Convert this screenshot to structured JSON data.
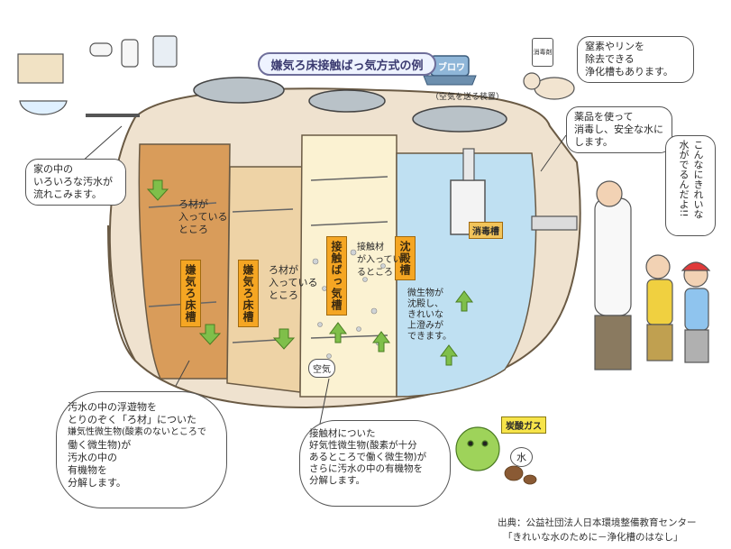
{
  "title": "嫌気ろ床接触ばっ気方式の例",
  "blower": {
    "label": "ブロワ",
    "caption": "（空気を送る装置）"
  },
  "tanks": {
    "tank1": "嫌気ろ床槽",
    "tank2": "嫌気ろ床槽",
    "tank3": "接触ばっ気槽",
    "tank4": "沈殿槽",
    "tank5": "消毒槽"
  },
  "inner_notes": {
    "filter1": [
      "ろ材が",
      "入っている",
      "ところ"
    ],
    "filter2": [
      "ろ材が",
      "入っている",
      "ところ"
    ],
    "contact": [
      "接触材",
      "が入ってい",
      "るところ"
    ],
    "air": "空気",
    "settling": [
      "微生物が",
      "沈殿し、",
      "きれいな",
      "上澄みが",
      "できます。"
    ]
  },
  "callouts": {
    "inflow": [
      "家の中の",
      "いろいろな汚水が",
      "流れこみます。"
    ],
    "nitrogen": [
      "窒素やリンを",
      "除去できる",
      "浄化槽もあります。"
    ],
    "disinfect": [
      "薬品を使って",
      "消毒し、安全な水に",
      "します。"
    ],
    "clean_water": [
      "こんなにきれいな",
      "水がでるんだよ!!"
    ],
    "anaerobic": [
      "汚水の中の浮遊物を",
      "とりのぞく「ろ材」についた",
      "嫌気性微生物(酸素のないところで",
      "働く微生物)が",
      "汚水の中の",
      "有機物を",
      "分解します。"
    ],
    "aerobic": [
      "接触材についた",
      "好気性微生物(酸素が十分",
      "あるところで働く微生物)が",
      "さらに汚水の中の有機物を",
      "分解します。"
    ]
  },
  "chemical_label": "消毒剤",
  "badges": {
    "co2": "炭酸ガス",
    "water": "水"
  },
  "credit": [
    "出典：公益社団法人日本環境整備教育センター",
    "「きれいな水のために－浄化槽のはなし」"
  ]
}
